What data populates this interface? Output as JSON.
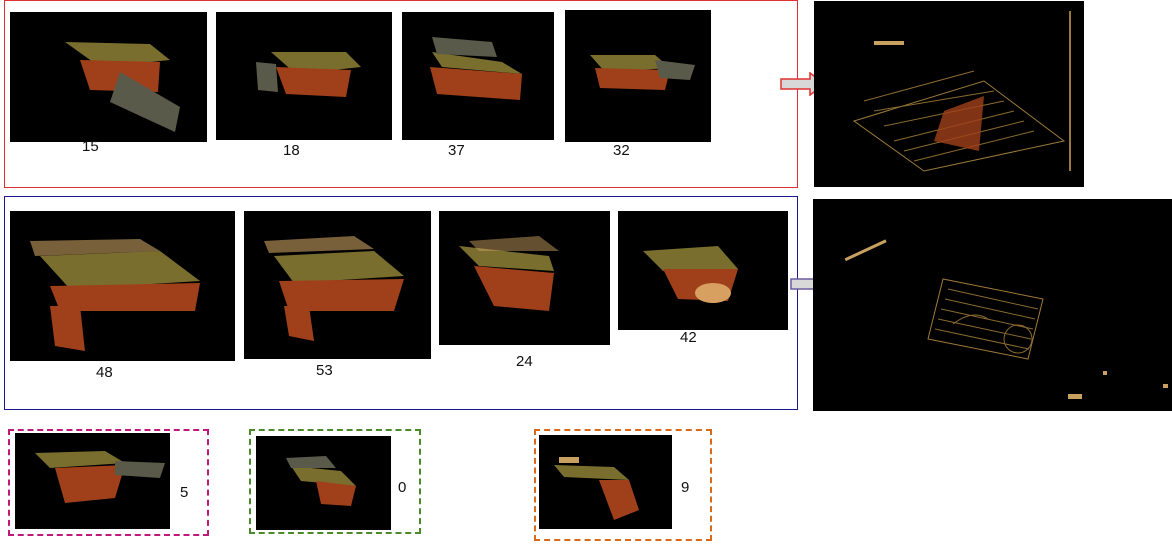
{
  "groups": {
    "red": {
      "border_color": "#e03030",
      "frames": [
        {
          "label": "15"
        },
        {
          "label": "18"
        },
        {
          "label": "37"
        },
        {
          "label": "32"
        }
      ]
    },
    "blue": {
      "border_color": "#1a1a8c",
      "frames": [
        {
          "label": "48"
        },
        {
          "label": "53"
        },
        {
          "label": "24"
        },
        {
          "label": "42"
        }
      ]
    },
    "singles": [
      {
        "label": "5",
        "border_color": "#c0187a"
      },
      {
        "label": "0",
        "border_color": "#4a8a2a"
      },
      {
        "label": "9",
        "border_color": "#d86a1a"
      }
    ]
  },
  "colors": {
    "table_top": "#7a6e2e",
    "table_side": "#a0401a",
    "background": "#000000",
    "arrow_fill": "#d8d8d8"
  }
}
